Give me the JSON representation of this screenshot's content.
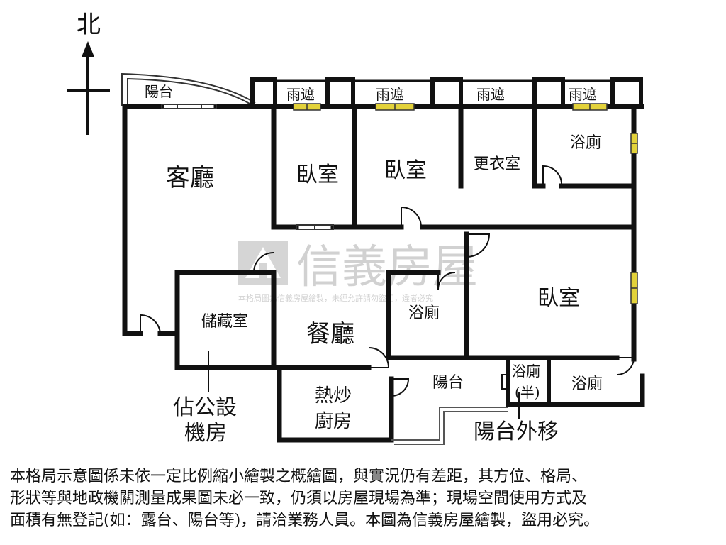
{
  "compass": {
    "north_label": "北"
  },
  "rooms": {
    "balcony_top": "陽台",
    "awning_1": "雨遮",
    "awning_2": "雨遮",
    "awning_3": "雨遮",
    "awning_4": "雨遮",
    "living_room": "客廳",
    "bedroom_1": "臥室",
    "bedroom_2": "臥室",
    "walk_in_closet": "更衣室",
    "bathroom_1": "浴廁",
    "bedroom_master": "臥室",
    "bathroom_2": "浴廁",
    "storage": "儲藏室",
    "dining_room": "餐廳",
    "kitchen_line1": "熱炒",
    "kitchen_line2": "廚房",
    "balcony_bottom": "陽台",
    "half_bath_line1": "浴廁",
    "half_bath_line2": "(半)",
    "bathroom_3": "浴廁"
  },
  "annotations": {
    "equipment_room_line1": "佔公設",
    "equipment_room_line2": "機房",
    "balcony_moved": "陽台外移"
  },
  "watermark": {
    "brand": "信義房屋",
    "notice": "本格局圖為信義房屋繪製，未經允許請勿盜用，違者必究"
  },
  "disclaimer": [
    "本格局示意圖係未依一定比例縮小繪製之概繪圖，與實況仍有差距，其方位、格局、",
    "形狀等與地政機關測量成果圖未必一致，仍須以房屋現場為準；現場空間使用方式及",
    "面積有無登記(如：露台、陽台等)，請洽業務人員。本圖為信義房屋繪製，盜用必究。"
  ]
}
